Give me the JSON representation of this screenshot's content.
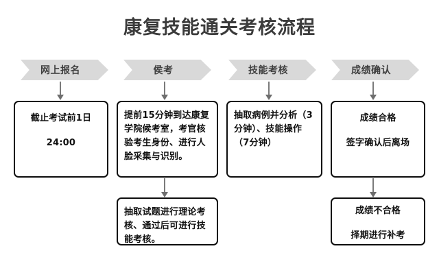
{
  "page": {
    "title": "康复技能通关考核流程",
    "background_color": "#ffffff"
  },
  "colors": {
    "banner_fill": "#d9d9d9",
    "banner_text": "#3f3f3f",
    "box_border": "#0d0d0d",
    "box_text": "#111111",
    "connector": "#7a7a7a",
    "title_text": "#3b3b3b"
  },
  "banners": [
    {
      "label": "网上报名"
    },
    {
      "label": "侯考"
    },
    {
      "label": "技能考核"
    },
    {
      "label": "成绩确认"
    }
  ],
  "boxes": {
    "registration": {
      "line1": "截止考试前1日",
      "line2": "24:00"
    },
    "waiting": {
      "text": "提前15分钟到达康复学院候考室，考官核验考生身份、进行人脸采集与识别。"
    },
    "theory": {
      "text": "抽取试题进行理论考核、通过后可进行技能考核。"
    },
    "skill": {
      "text": "抽取病例并分析（3分钟）、技能操作（7分钟）"
    },
    "pass": {
      "line1": "成绩合格",
      "line2": "签字确认后离场"
    },
    "fail": {
      "line1": "成绩不合格",
      "line2": "择期进行补考"
    }
  },
  "connectors": [
    {
      "name": "banner-to-registration"
    },
    {
      "name": "banner-to-waiting"
    },
    {
      "name": "banner-to-skill"
    },
    {
      "name": "banner-to-pass"
    },
    {
      "name": "waiting-to-theory"
    },
    {
      "name": "pass-to-fail"
    }
  ]
}
